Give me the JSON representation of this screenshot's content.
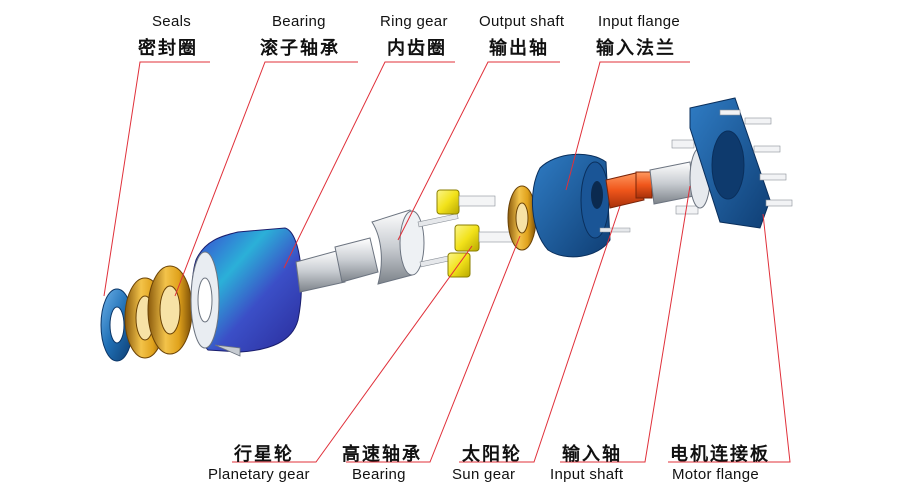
{
  "callouts_top": [
    {
      "en": "Seals",
      "zh": "密封圈"
    },
    {
      "en": "Bearing",
      "zh": "滚子轴承"
    },
    {
      "en": "Ring gear",
      "zh": "内齿圈"
    },
    {
      "en": "Output shaft",
      "zh": "输出轴"
    },
    {
      "en": "Input flange",
      "zh": "输入法兰"
    }
  ],
  "callouts_bottom": [
    {
      "zh": "行星轮",
      "en": "Planetary gear"
    },
    {
      "zh": "高速轴承",
      "en": "Bearing"
    },
    {
      "zh": "太阳轮",
      "en": "Sun gear"
    },
    {
      "zh": "输入轴",
      "en": "Input shaft"
    },
    {
      "zh": "电机连接板",
      "en": "Motor flange"
    }
  ],
  "colors": {
    "leader": "#e0303a",
    "seal_blue": "#1f6fb5",
    "bearing_gold": "#e0a21c",
    "ring_gear_blue": "#3b4fc7",
    "shaft_silver": "#cfd3d8",
    "planet_yellow": "#f2e21a",
    "input_flange_blue": "#1e5fa8",
    "input_shaft_orange": "#f0561b",
    "motor_flange_blue": "#1b5ea6"
  }
}
